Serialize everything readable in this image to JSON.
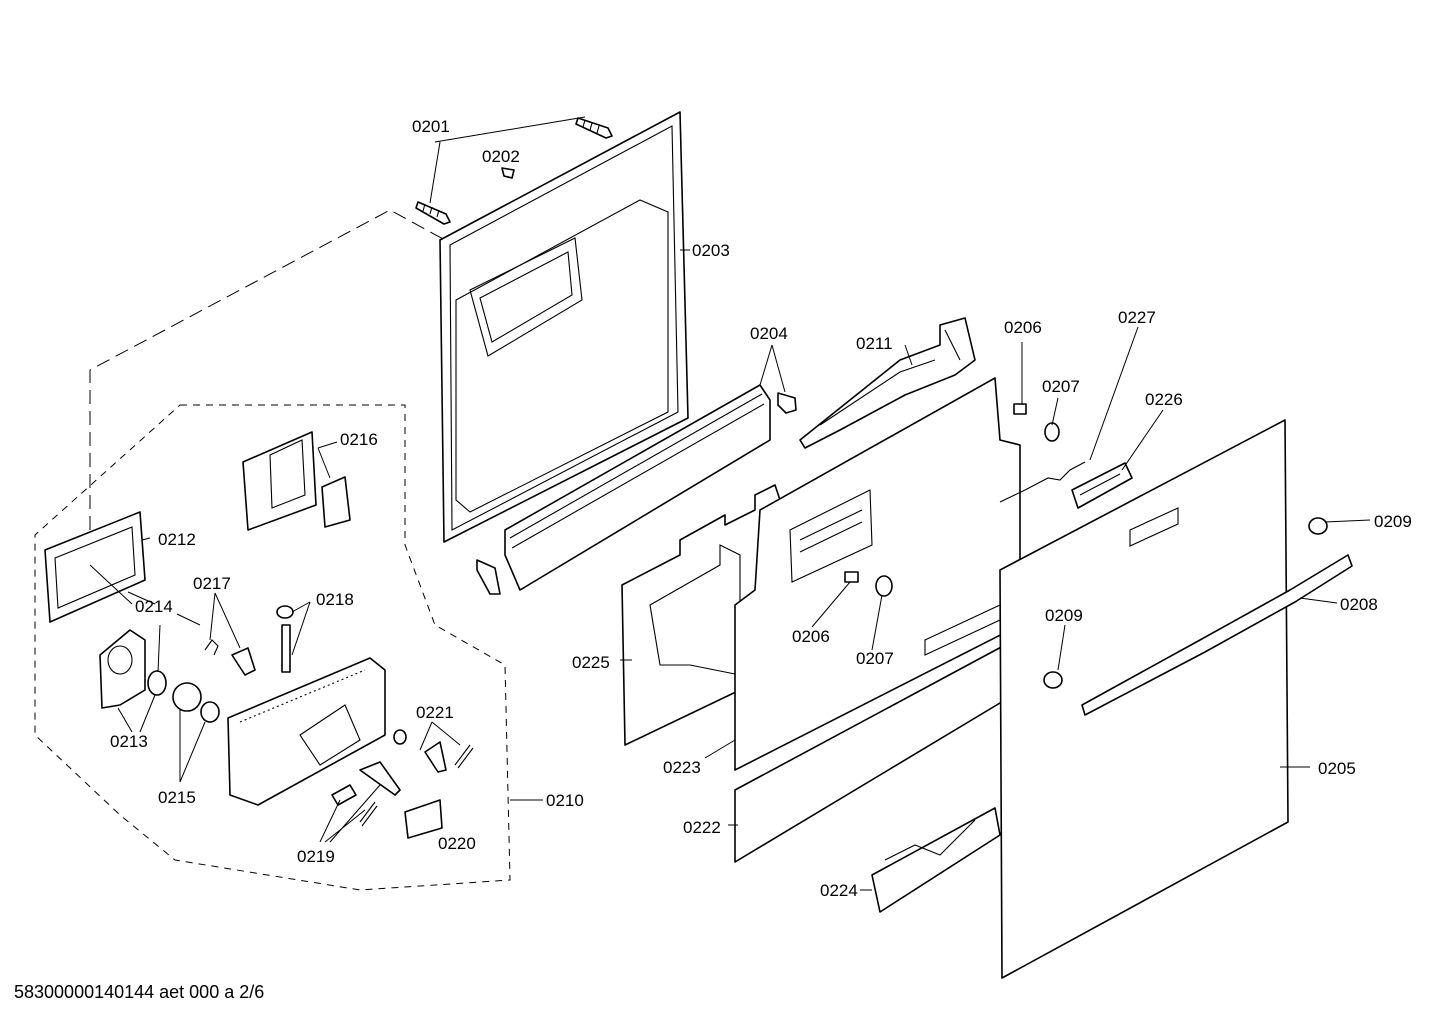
{
  "labels": {
    "p0201": "0201",
    "p0202": "0202",
    "p0203": "0203",
    "p0204": "0204",
    "p0205": "0205",
    "p0206a": "0206",
    "p0206b": "0206",
    "p0207a": "0207",
    "p0207b": "0207",
    "p0208": "0208",
    "p0209a": "0209",
    "p0209b": "0209",
    "p0210": "0210",
    "p0211": "0211",
    "p0212": "0212",
    "p0213": "0213",
    "p0214": "0214",
    "p0215": "0215",
    "p0216": "0216",
    "p0217": "0217",
    "p0218": "0218",
    "p0219": "0219",
    "p0220": "0220",
    "p0221": "0221",
    "p0222": "0222",
    "p0223": "0223",
    "p0224": "0224",
    "p0225": "0225",
    "p0226": "0226",
    "p0227": "0227"
  },
  "footer": "58300000140144 aet 000 a 2/6"
}
